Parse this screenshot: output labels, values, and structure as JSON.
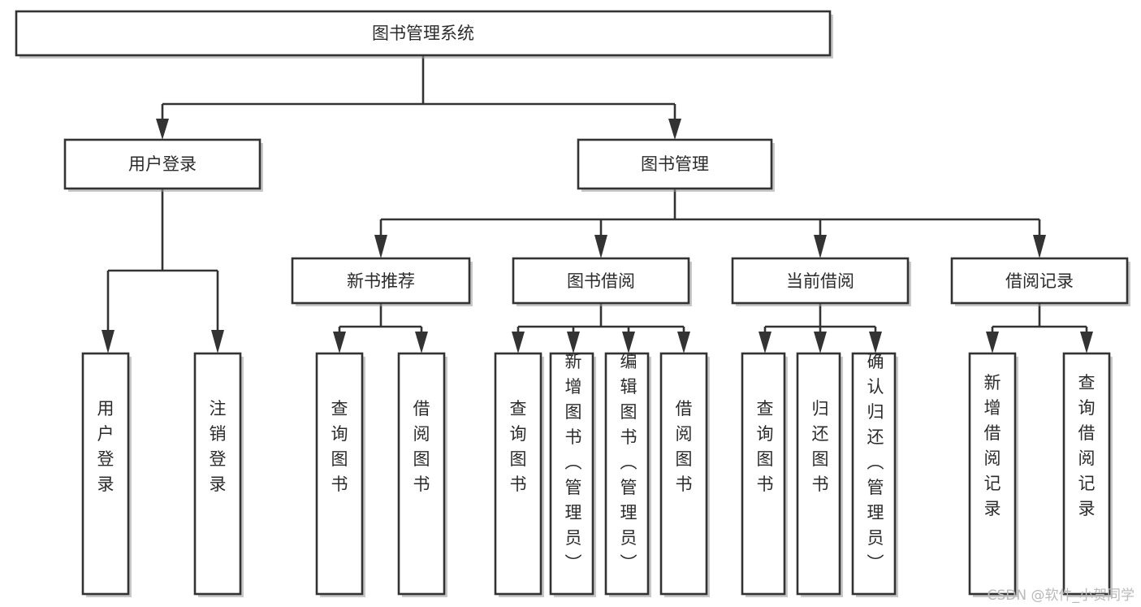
{
  "diagram": {
    "type": "tree-hierarchy",
    "title": "图书管理系统",
    "orientation": "top-down",
    "colors": {
      "box_stroke": "#333333",
      "box_fill": "#ffffff",
      "line": "#333333",
      "text": "#2b2b2b",
      "watermark": "#b9b9b9",
      "background": "#ffffff"
    },
    "root": {
      "label": "图书管理系统"
    },
    "level2": [
      {
        "label": "用户登录"
      },
      {
        "label": "图书管理"
      }
    ],
    "level3": [
      {
        "label": "新书推荐"
      },
      {
        "label": "图书借阅"
      },
      {
        "label": "当前借阅"
      },
      {
        "label": "借阅记录"
      }
    ],
    "leaves": {
      "user_login": [
        {
          "label": "用户登录"
        },
        {
          "label": "注销登录"
        }
      ],
      "new_book_recommend": [
        {
          "label": "查询图书"
        },
        {
          "label": "借阅图书"
        }
      ],
      "book_borrow": [
        {
          "label": "查询图书"
        },
        {
          "label": "新增图书（管理员）"
        },
        {
          "label": "编辑图书（管理员）"
        },
        {
          "label": "借阅图书"
        }
      ],
      "current_borrow": [
        {
          "label": "查询图书"
        },
        {
          "label": "归还图书"
        },
        {
          "label": "确认归还（管理员）"
        }
      ],
      "borrow_record": [
        {
          "label": "新增借阅记录"
        },
        {
          "label": "查询借阅记录"
        }
      ]
    }
  },
  "watermark": {
    "text": "CSDN @软件_小贺同学"
  }
}
